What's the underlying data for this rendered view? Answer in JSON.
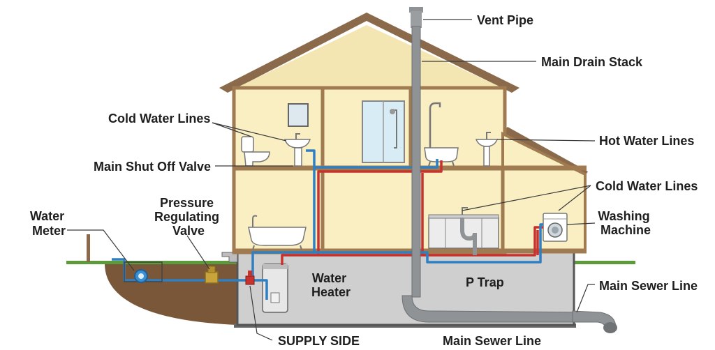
{
  "labels": {
    "vent_pipe": "Vent Pipe",
    "main_drain_stack": "Main Drain Stack",
    "cold_water_lines_upper": "Cold Water Lines",
    "hot_water_lines": "Hot Water Lines",
    "main_shut_off_valve": "Main Shut Off Valve",
    "cold_water_lines_right": "Cold Water Lines",
    "pressure_regulating_valve": [
      "Pressure",
      "Regulating",
      "Valve"
    ],
    "water_meter": [
      "Water",
      "Meter"
    ],
    "washing_machine": [
      "Washing",
      "Machine"
    ],
    "water_heater": [
      "Water",
      "Heater"
    ],
    "p_trap": "P Trap",
    "main_sewer_line_right": "Main Sewer Line",
    "supply_side": "SUPPLY SIDE",
    "main_sewer_line_bottom": "Main Sewer Line"
  },
  "colors": {
    "wall": "#f9efc3",
    "roof": "#8a6a4a",
    "soil": "#7a5738",
    "grass": "#5c9a3c",
    "basement": "#c9c9c9",
    "cold_pipe": "#2f7fc1",
    "hot_pipe": "#c8322e",
    "drain": "#8f9395"
  }
}
